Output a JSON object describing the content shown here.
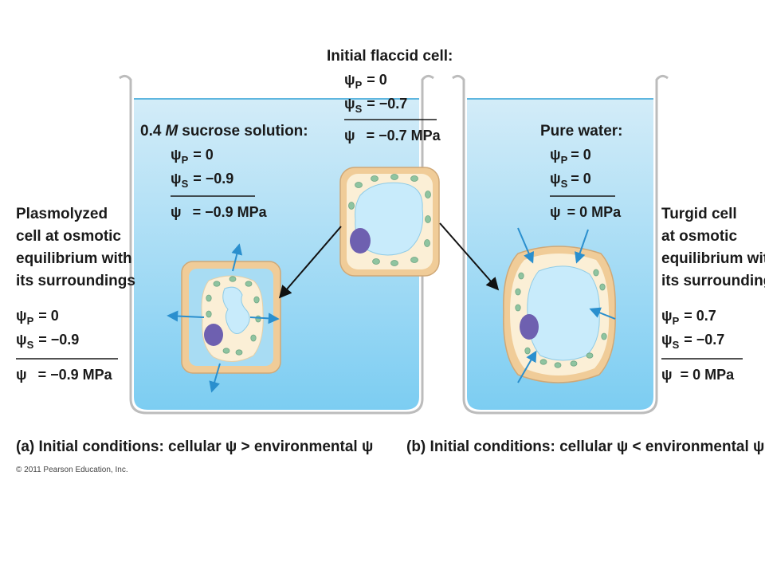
{
  "colors": {
    "water_top": "#d3ecf8",
    "water_bottom": "#7ccdf2",
    "wall": "#f0cc98",
    "wall_stroke": "#cfa877",
    "cytoplasm": "#fbefd6",
    "vacuole": "#c8ebfb",
    "chloroplast": "#8fc4a0",
    "nucleus": "#6e60b0",
    "arrow_blue": "#2a8fce",
    "arrow_black": "#111111"
  },
  "center": {
    "title": "Initial flaccid cell:",
    "psi_p": {
      "sym": "ψ",
      "sub": "P",
      "val": "=   0"
    },
    "psi_s": {
      "sym": "ψ",
      "sub": "S",
      "val": "= −0.7"
    },
    "psi": {
      "sym": "ψ",
      "val": "= −0.7 MPa"
    }
  },
  "left_beaker": {
    "solution": {
      "amount": "0.4",
      "unit": "M",
      "rest": "sucrose solution:"
    },
    "psi_p": {
      "sym": "ψ",
      "sub": "P",
      "val": "=   0"
    },
    "psi_s": {
      "sym": "ψ",
      "sub": "S",
      "val": "= −0.9"
    },
    "psi": {
      "sym": "ψ",
      "val": "= −0.9 MPa"
    }
  },
  "right_beaker": {
    "solution": "Pure water:",
    "psi_p": {
      "sym": "ψ",
      "sub": "P",
      "val": "= 0"
    },
    "psi_s": {
      "sym": "ψ",
      "sub": "S",
      "val": "= 0"
    },
    "psi": {
      "sym": "ψ",
      "val": "= 0 MPa"
    }
  },
  "left_label": {
    "lines": [
      "Plasmolyzed",
      "cell at osmotic",
      "equilibrium with",
      "its surroundings"
    ],
    "psi_p": {
      "sym": "ψ",
      "sub": "P",
      "val": "=   0"
    },
    "psi_s": {
      "sym": "ψ",
      "sub": "S",
      "val": "= −0.9"
    },
    "psi": {
      "sym": "ψ",
      "val": "= −0.9 MPa"
    }
  },
  "right_label": {
    "lines": [
      "Turgid cell",
      "at osmotic",
      "equilibrium with",
      "its surroundings"
    ],
    "psi_p": {
      "sym": "ψ",
      "sub": "P",
      "val": "=   0.7"
    },
    "psi_s": {
      "sym": "ψ",
      "sub": "S",
      "val": "= −0.7"
    },
    "psi": {
      "sym": "ψ",
      "val": "=   0 MPa"
    }
  },
  "captions": {
    "a": "(a) Initial conditions: cellular ψ > environmental ψ",
    "b": "(b) Initial conditions: cellular ψ < environmental ψ"
  },
  "copyright": "© 2011 Pearson Education, Inc."
}
